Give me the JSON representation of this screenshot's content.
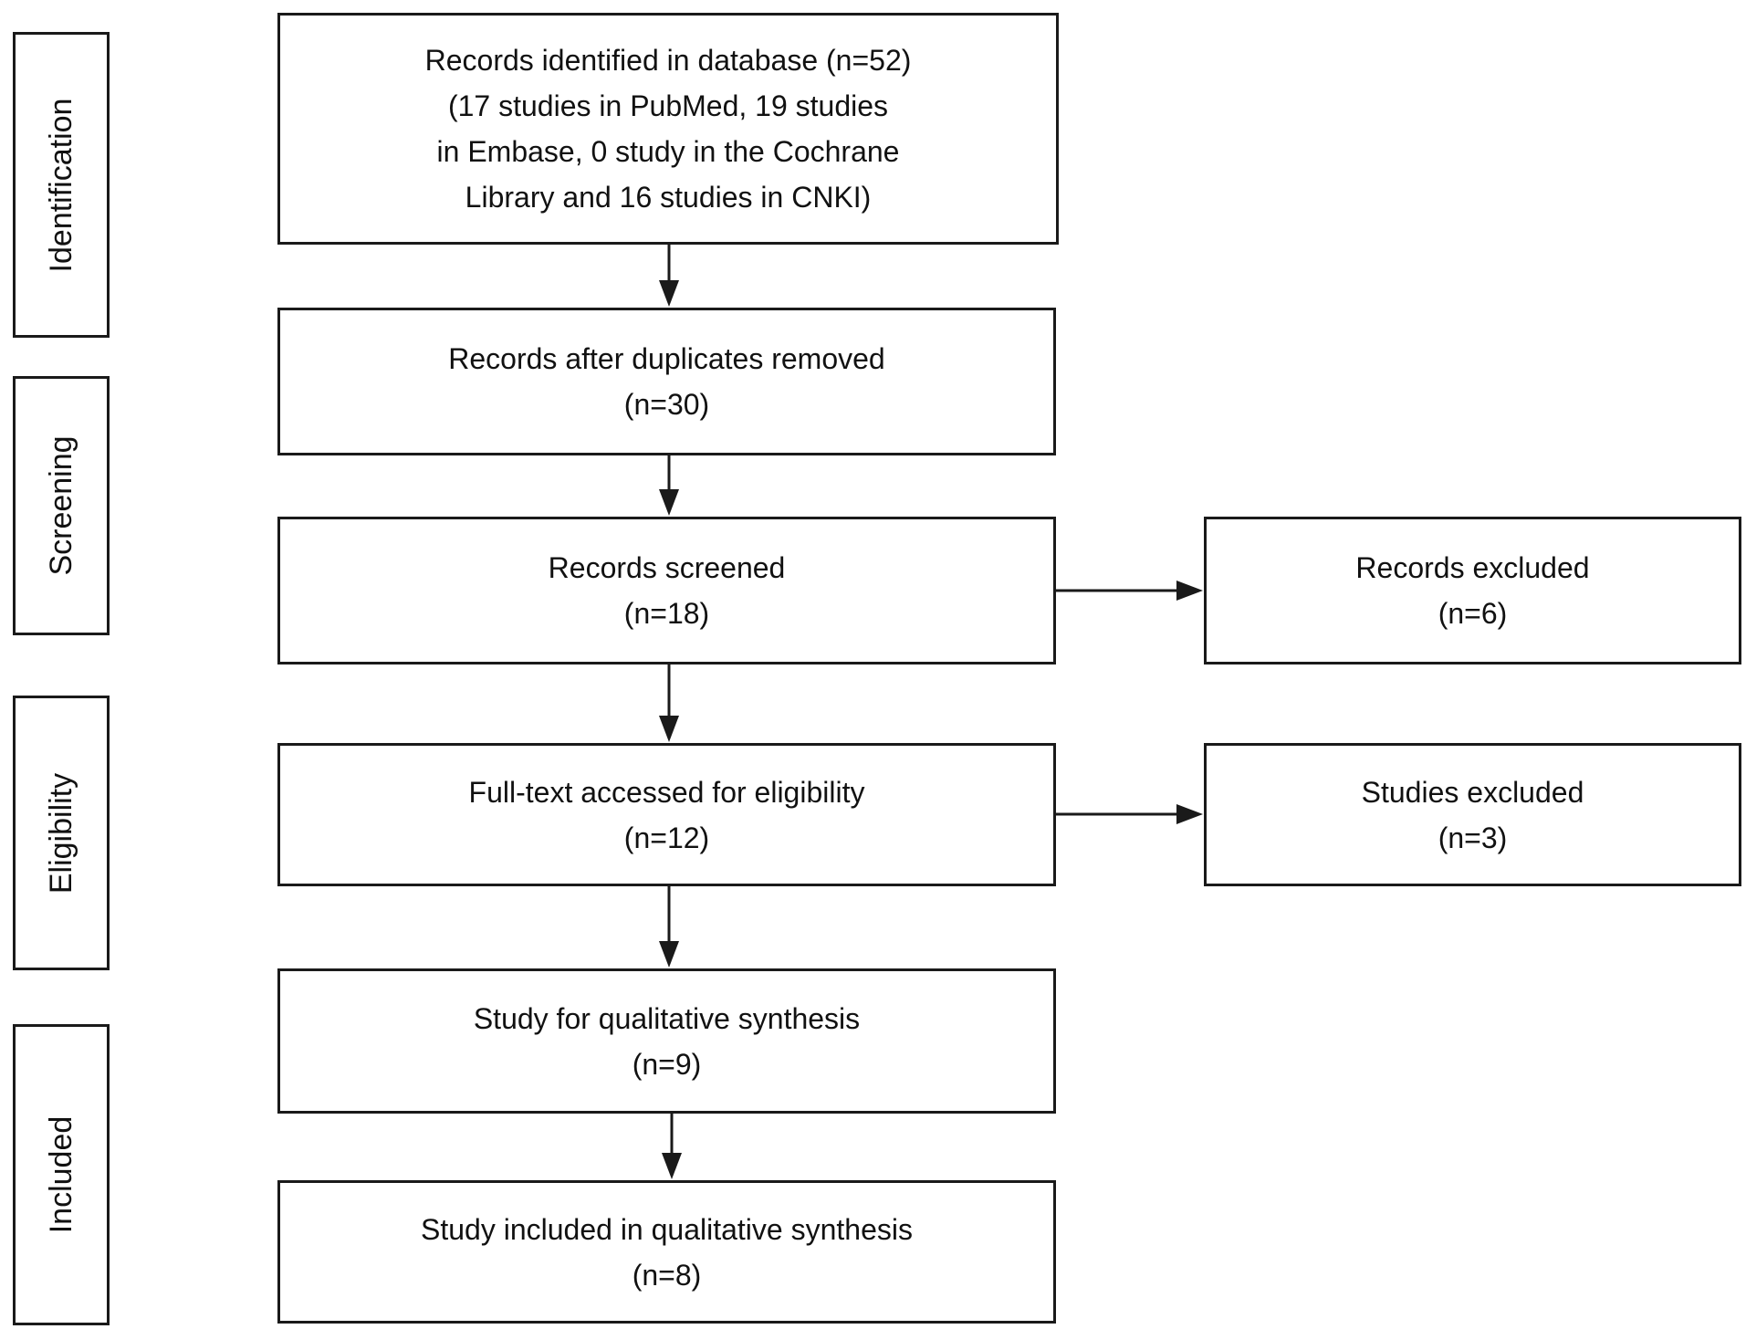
{
  "stages": {
    "identification": "Identification",
    "screening": "Screening",
    "eligibility": "Eligibility",
    "included": "Included"
  },
  "boxes": {
    "identified": {
      "lines": [
        "Records identified in database (n=52)",
        "(17 studies in PubMed, 19 studies",
        "in Embase, 0 study in the Cochrane",
        "Library and 16 studies in CNKI)"
      ]
    },
    "duplicates_removed": {
      "title": "Records after duplicates removed",
      "count": "(n=30)"
    },
    "screened": {
      "title": "Records screened",
      "count": "(n=18)"
    },
    "records_excluded": {
      "title": "Records excluded",
      "count": "(n=6)"
    },
    "full_text": {
      "title": "Full-text accessed for eligibility",
      "count": "(n=12)"
    },
    "studies_excluded": {
      "title": "Studies excluded",
      "count": "(n=3)"
    },
    "qualitative": {
      "title": "Study for qualitative synthesis",
      "count": "(n=9)"
    },
    "included": {
      "title": "Study included in qualitative synthesis",
      "count": "(n=8)"
    }
  }
}
